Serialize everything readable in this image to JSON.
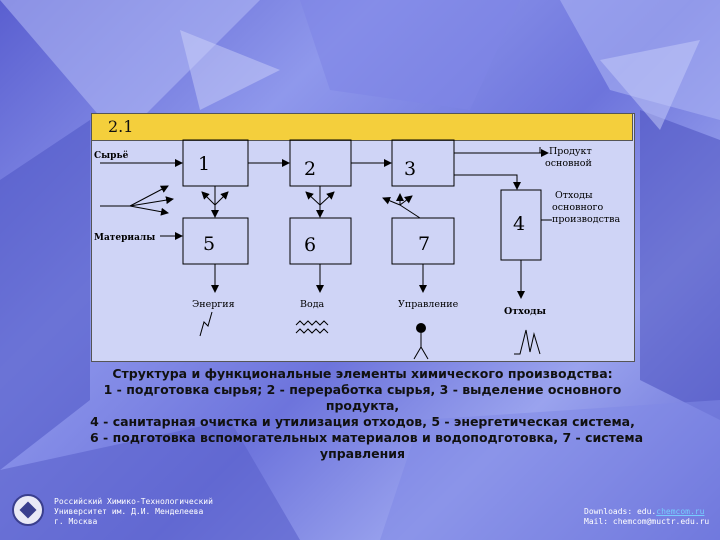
{
  "slide": {
    "section_label": "2.1"
  },
  "diagram": {
    "inputs": {
      "raw": "Сырьё",
      "materials": "Материалы"
    },
    "blocks": [
      "1",
      "2",
      "3",
      "4",
      "5",
      "6",
      "7"
    ],
    "outputs": {
      "product": [
        "Продукт",
        "основной"
      ],
      "main_waste": [
        "Отходы",
        "основного",
        "производства"
      ],
      "energy": "Энергия",
      "water": "Вода",
      "control": "Управление",
      "waste": "Отходы"
    }
  },
  "caption": {
    "lines": [
      "Структура и функциональные элементы химического производства:",
      "1 - подготовка сырья; 2 - переработка сырья, 3 - выделение основного",
      "продукта,",
      "4 - санитарная очистка и утилизация отходов, 5 - энергетическая система,",
      "6 - подготовка вспомогательных материалов и водоподготовка, 7 - система",
      "управления"
    ]
  },
  "footer": {
    "left": [
      "Российский Химико-Технологический",
      "Университет им. Д.И. Менделеева",
      "г. Москва"
    ],
    "right_prefix": "Downloads: edu.",
    "right_link": "chemcom.ru",
    "right_mail": "Mail: chemcom@muctr.edu.ru"
  },
  "colors": {
    "title_bar": "#f4cf3c",
    "diagram_bg": "#cfd4f6",
    "background": "#6d74dc"
  }
}
